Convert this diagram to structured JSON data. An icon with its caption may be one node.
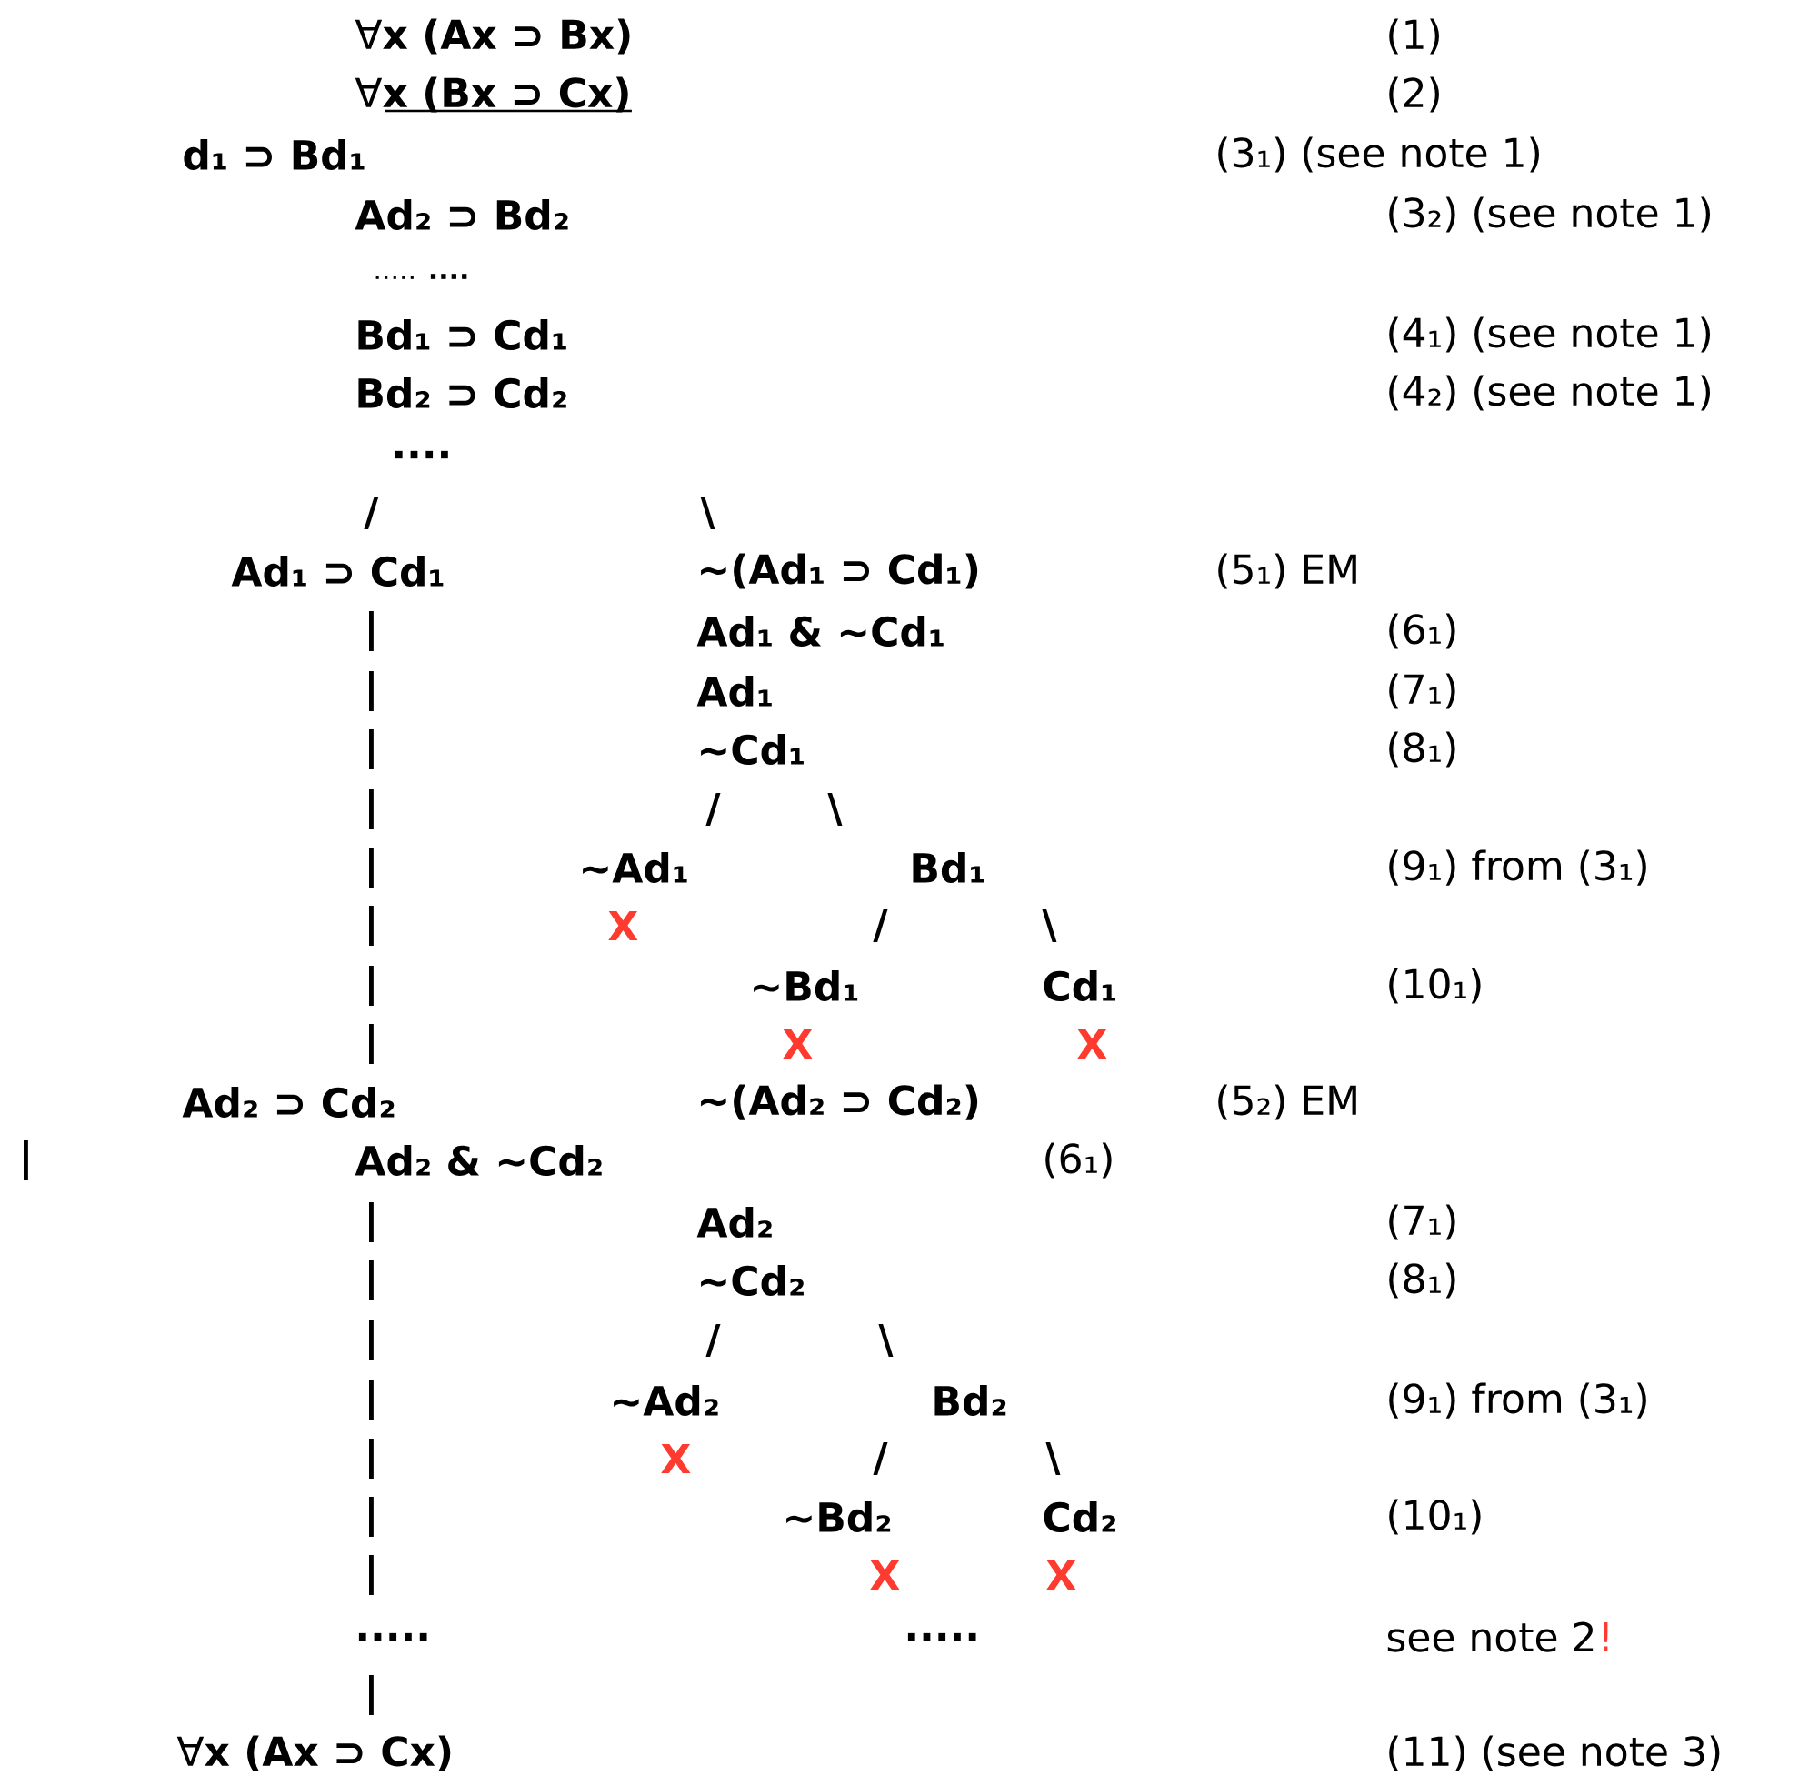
{
  "diagram": {
    "labels": [
      "∀**x (Ax ⊃ Bx)**",
      "(1)",
      "∀**x (Bx ⊃ Cx)**",
      "(2)",
      "d₁ ⊃ Bd₁",
      "(3₁) (see note 1)",
      "Ad₂ ⊃ Bd₂",
      "(3₂) (see note 1)",
      "..... **....**",
      "Bd₁ ⊃ Cd₁",
      "(4₁) (see note 1)",
      "Bd₂ ⊃ Cd₂",
      "(4₂) (see note 1)",
      "....",
      "/",
      "\\",
      "Ad₁ ⊃ Cd₁",
      "~(Ad₁ ⊃ Cd₁)",
      "(5₁)  EM",
      "|",
      "Ad₁ & ~Cd₁",
      "(6₁)",
      "|",
      "Ad₁",
      "(7₁)",
      "|",
      "~Cd₁",
      "(8₁)",
      "|",
      "/",
      "\\",
      "|",
      "~Ad₁",
      "Bd₁",
      "(9₁)  from (3₁)",
      "|",
      "X",
      "/",
      "\\",
      "|",
      "~Bd₁",
      "Cd₁",
      "(10₁)",
      "|",
      "X",
      "X",
      "Ad₂ ⊃ Cd₂",
      "~(Ad₂ ⊃ Cd₂)",
      "(5₂)  EM",
      "|",
      "Ad₂ & ~Cd₂",
      "(6₁)",
      "|",
      "Ad₂",
      "(7₁)",
      "|",
      "~Cd₂",
      "(8₁)",
      "|",
      "/",
      "\\",
      "|",
      "~Ad₂",
      "Bd₂",
      "(9₁)  from (3₁)",
      "|",
      "X",
      "/",
      "\\",
      "|",
      "~Bd₂",
      "Cd₂",
      "(10₁)",
      "|",
      "X",
      "X",
      ".....",
      ".....",
      "see note 2",
      "!",
      "|",
      "∀**x (Ax ⊃ Cx)**",
      "(11) (see note 3)"
    ]
  }
}
